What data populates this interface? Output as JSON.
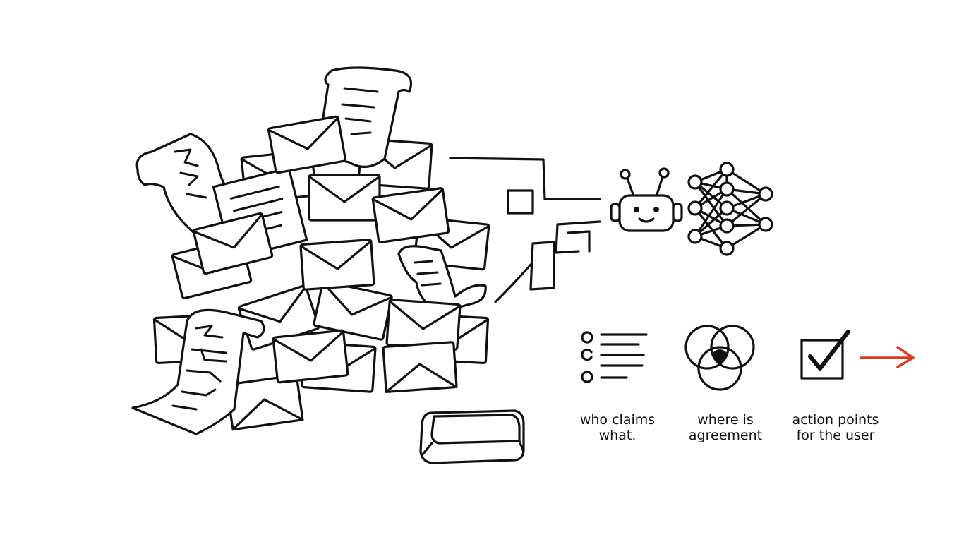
{
  "colors": {
    "ink": "#111111",
    "accent": "#d9381e",
    "background": "#ffffff"
  },
  "icons": {
    "pile": "document-pile-icon",
    "keyboard_key": "keyboard-key-icon",
    "robot": "robot-icon",
    "network": "neural-network-icon",
    "list": "list-icon",
    "venn": "venn-diagram-icon",
    "check": "checkbox-icon",
    "arrow": "arrow-right-icon"
  },
  "outputs": [
    {
      "line1": "who claims",
      "line2": "what."
    },
    {
      "line1": "where is",
      "line2": "agreement"
    },
    {
      "line1": "action points",
      "line2": "for the user"
    }
  ]
}
